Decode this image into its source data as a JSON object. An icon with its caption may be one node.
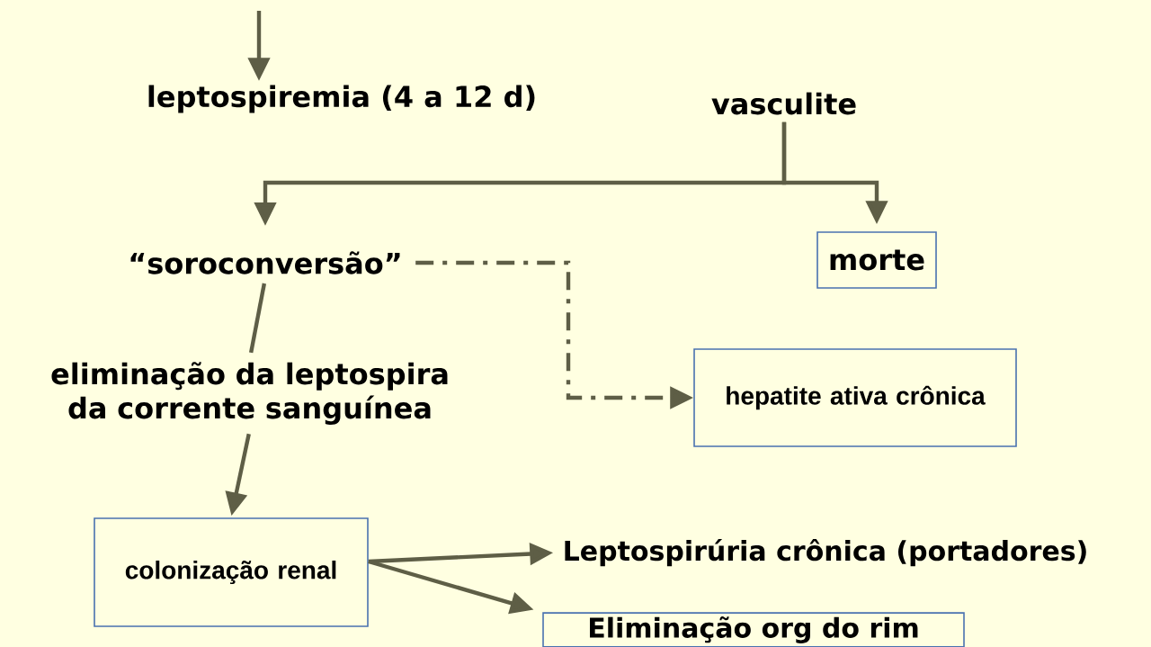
{
  "diagram": {
    "nodes": [
      {
        "text": [
          "leptospiremia (4 a 12 d)"
        ]
      },
      {
        "text": [
          "vasculite"
        ]
      },
      {
        "text": [
          "“soroconversão”"
        ]
      },
      {
        "text": [
          "morte"
        ]
      },
      {
        "text": [
          "eliminação da leptospira da corrente sanguínea"
        ]
      },
      {
        "text": [
          "hepatite ativa crônica"
        ]
      },
      {
        "text": [
          "colonização renal"
        ]
      },
      {
        "text": [
          "Leptospirúria crônica (portadores)"
        ]
      },
      {
        "text": [
          "Eliminação org do rim"
        ]
      }
    ],
    "edges": [
      {
        "from": null,
        "to": 0,
        "arrow": "to"
      },
      {
        "from": 1,
        "to": 2,
        "arrow": "to"
      },
      {
        "from": 1,
        "to": 3,
        "arrow": "to"
      },
      {
        "from": 2,
        "to": 4,
        "arrow": "none"
      },
      {
        "from": 2,
        "to": 5,
        "arrow": "to",
        "style": "dashed"
      },
      {
        "from": 4,
        "to": 6,
        "arrow": "to"
      },
      {
        "from": 6,
        "to": 7,
        "arrow": "to"
      },
      {
        "from": 6,
        "to": 8,
        "arrow": "to"
      }
    ]
  }
}
